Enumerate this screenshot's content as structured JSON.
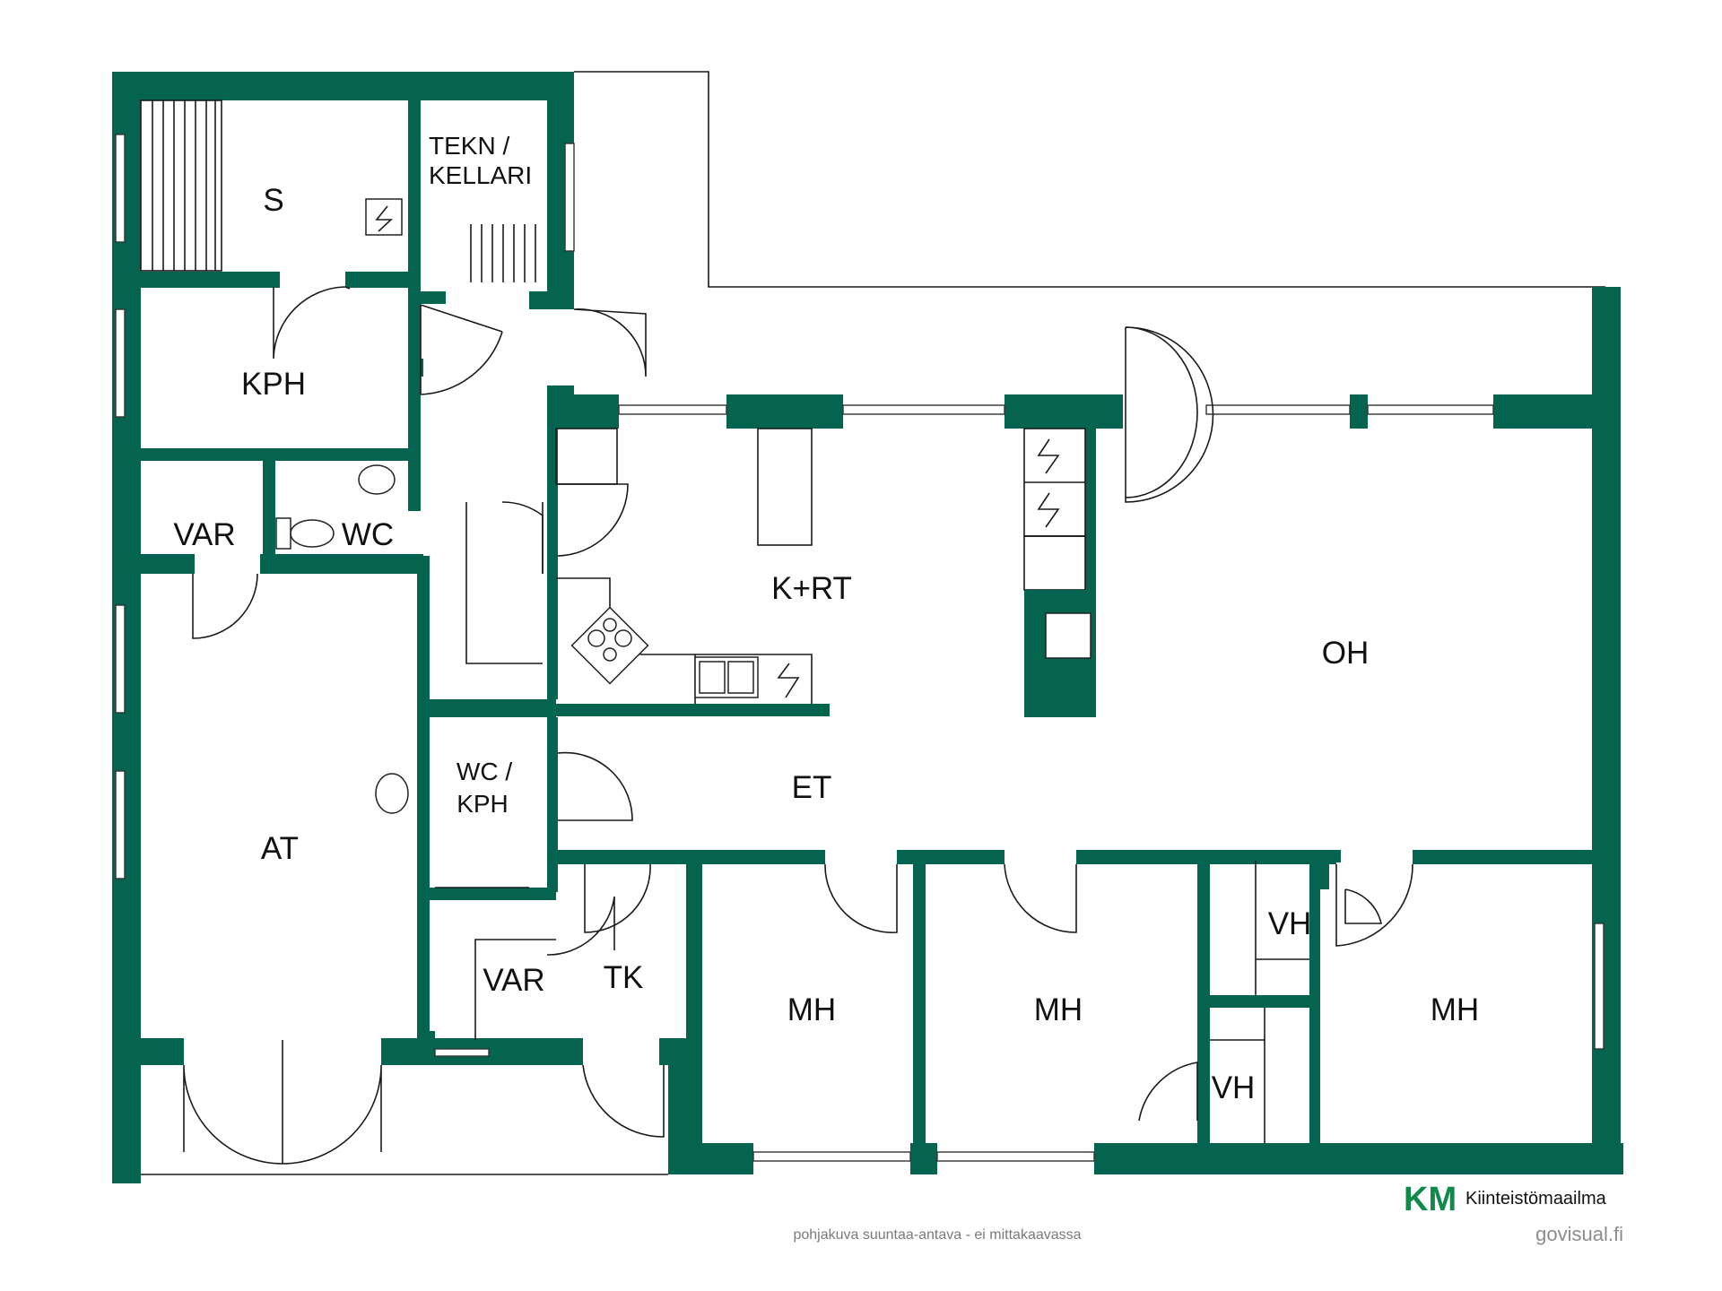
{
  "rooms": {
    "s": "S",
    "tekn_1": "TEKN /",
    "tekn_2": "KELLARI",
    "kph": "KPH",
    "var_top": "VAR",
    "wc": "WC",
    "krt": "K+RT",
    "oh": "OH",
    "wckph_1": "WC /",
    "wckph_2": "KPH",
    "et": "ET",
    "at": "AT",
    "var_bottom": "VAR",
    "tk": "TK",
    "vh_top": "VH",
    "vh_bottom": "VH",
    "mh_1": "MH",
    "mh_2": "MH",
    "mh_3": "MH"
  },
  "footer": {
    "note": "pohjakuva suuntaa-antava - ei mittakaavassa",
    "brand_mark": "KM",
    "brand_name": "Kiinteistömaailma",
    "credit": "govisual.fi"
  },
  "colors": {
    "wall": "#04644f",
    "brand_accent": "#0f8a4a"
  },
  "icons": [
    "electric-panel-icon",
    "stove-icon",
    "sink-icon",
    "toilet-icon",
    "washbasin-icon",
    "fireplace-icon"
  ]
}
